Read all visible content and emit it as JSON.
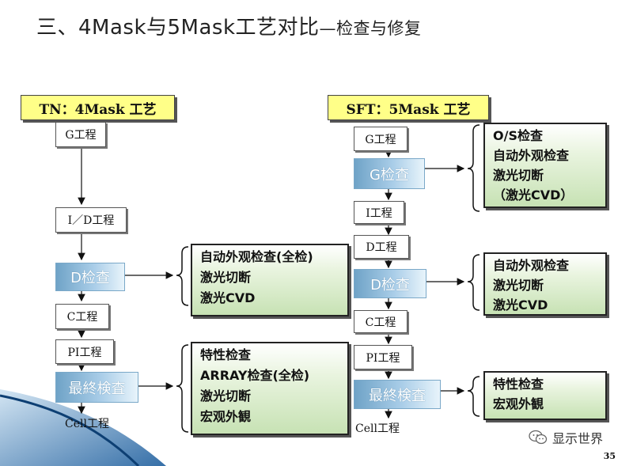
{
  "title": {
    "main": "三、4Mask与5Mask工艺对比",
    "sub": "—检查与修复"
  },
  "tn": {
    "header": "TN：4Mask 工艺",
    "steps": {
      "g": "G工程",
      "id": "I／D工程",
      "d_insp": "D检查",
      "c": "C工程",
      "pi": "PI工程",
      "final_insp": "最終検査",
      "cell": "Cell工程"
    },
    "d_box": [
      "自动外观检查(全检)",
      "激光切断",
      "激光CVD"
    ],
    "final_box": [
      "特性检查",
      "ARRAY检查(全检)",
      "激光切断",
      "宏观外観"
    ]
  },
  "sft": {
    "header": "SFT：5Mask 工艺",
    "steps": {
      "g": "G工程",
      "g_insp": "G检查",
      "i": "I工程",
      "d": "D工程",
      "d_insp": "D检查",
      "c": "C工程",
      "pi": "PI工程",
      "final_insp": "最終検査",
      "cell": "Cell工程"
    },
    "g_box": [
      "O/S检查",
      "自动外观检查",
      "激光切断",
      "（激光CVD）"
    ],
    "d_box": [
      "自动外观检查",
      "激光切断",
      "激光CVD"
    ],
    "final_box": [
      "特性检查",
      "宏观外観"
    ]
  },
  "watermark": "显示世界",
  "page_number": "35",
  "colors": {
    "header_bg": "#ffff88",
    "inspection_gradient": "#6fa3c7",
    "result_box": "#c7e2b4",
    "decor_blue": "#1f5f9e"
  }
}
